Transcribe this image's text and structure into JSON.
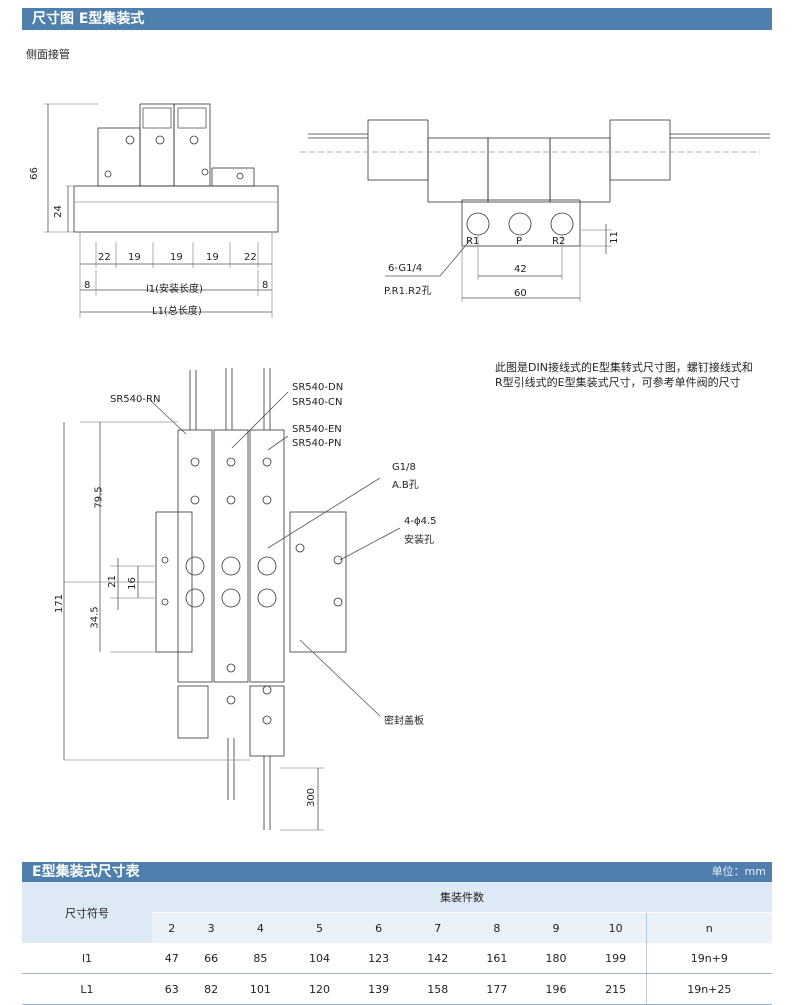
{
  "header": {
    "title": "尺寸图 E型集装式"
  },
  "side_view": {
    "label": "侧面接管",
    "dims": {
      "h66": "66",
      "h24": "24",
      "d22a": "22",
      "d19a": "19",
      "d19b": "19",
      "d19c": "19",
      "d22b": "22",
      "d8a": "8",
      "l1_install": "l1(安装长度)",
      "d8b": "8",
      "L1_total": "L1(总长度)"
    }
  },
  "end_view": {
    "ports": [
      "R1",
      "P",
      "R2"
    ],
    "dims": {
      "d11": "11",
      "d42": "42",
      "d60": "60"
    },
    "port_callout": [
      "6-G1/4",
      "P.R1.R2孔"
    ]
  },
  "top_view": {
    "callouts": {
      "rn": "SR540-RN",
      "dn": "SR540-DN",
      "cn": "SR540-CN",
      "en": "SR540-EN",
      "pn": "SR540-PN",
      "g18": "G1/8",
      "ab": "A.B孔",
      "holes": "4-ϕ4.5",
      "mount": "安装孔",
      "seal": "密封盖板"
    },
    "dims": {
      "d79": "79.5",
      "d21": "21",
      "d16": "16",
      "d171": "171",
      "d345": "34.5",
      "d300": "300"
    }
  },
  "note": "此图是DIN接线式的E型集转式尺寸图，螺钉接线式和R型引线式的E型集装式尺寸，可参考单件阀的尺寸",
  "table": {
    "title": "E型集装式尺寸表",
    "unit": "单位：mm",
    "symbol_header": "尺寸符号",
    "group_header": "集装件数",
    "columns": [
      "2",
      "3",
      "4",
      "5",
      "6",
      "7",
      "8",
      "9",
      "10",
      "n"
    ],
    "rows": [
      {
        "label": "l1",
        "values": [
          "47",
          "66",
          "85",
          "104",
          "123",
          "142",
          "161",
          "180",
          "199",
          "19n+9"
        ]
      },
      {
        "label": "L1",
        "values": [
          "63",
          "82",
          "101",
          "120",
          "139",
          "158",
          "177",
          "196",
          "215",
          "19n+25"
        ]
      }
    ]
  }
}
